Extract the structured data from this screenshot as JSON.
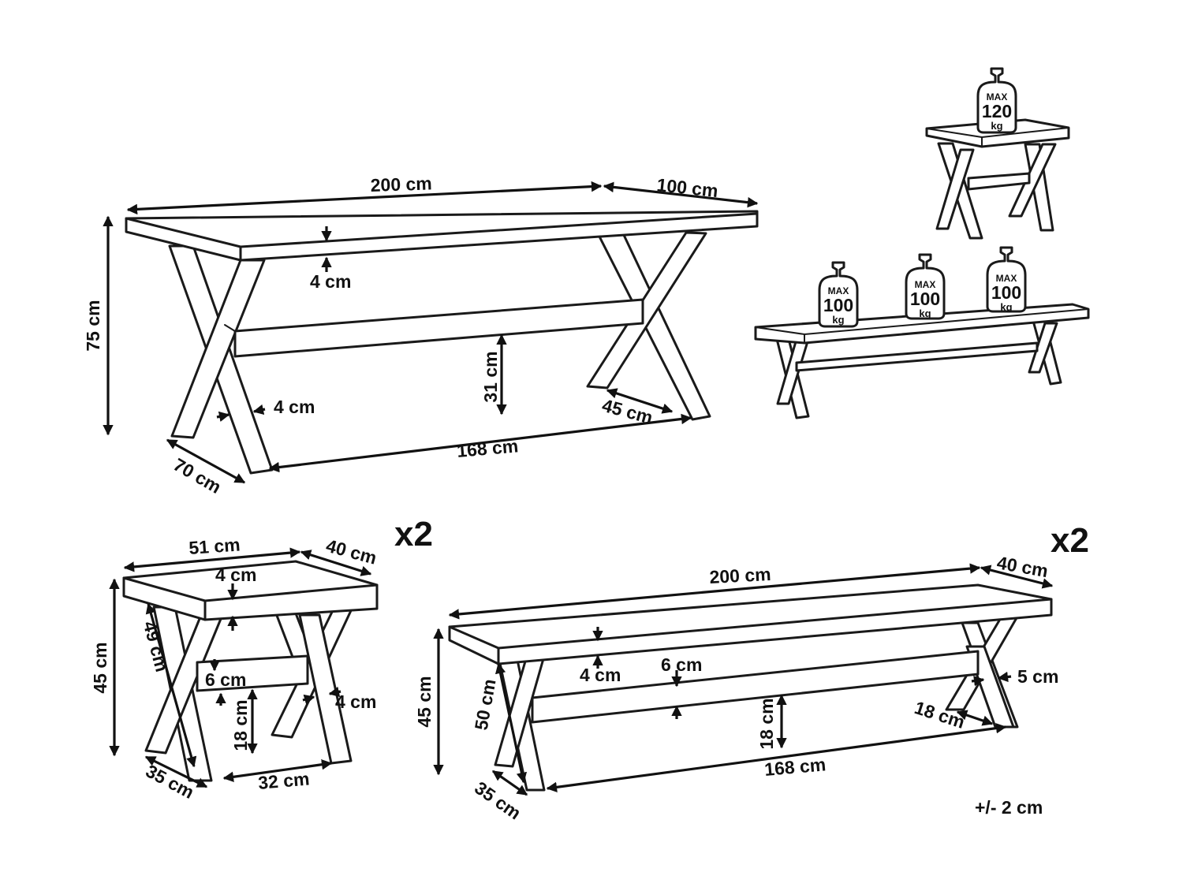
{
  "table": {
    "length": "200 cm",
    "width": "100 cm",
    "height": "75 cm",
    "top_thickness": "4 cm",
    "leg_thickness": "4 cm",
    "stretcher_height": "31 cm",
    "leg_foot": "45 cm",
    "inner_span": "168 cm",
    "foot_depth": "70 cm"
  },
  "stool": {
    "quantity": "x2",
    "length": "51 cm",
    "width": "40 cm",
    "height": "45 cm",
    "top_thickness": "4 cm",
    "leg_length": "49 cm",
    "stretcher_thickness": "6 cm",
    "leg_thickness": "4 cm",
    "stretcher_height": "18 cm",
    "foot_depth": "35 cm",
    "inner_span": "32 cm"
  },
  "bench": {
    "quantity": "x2",
    "length": "200 cm",
    "width": "40 cm",
    "height": "45 cm",
    "top_thickness": "4 cm",
    "stretcher_thickness": "6 cm",
    "leg_thickness": "5 cm",
    "leg_length": "50 cm",
    "stretcher_height": "18 cm",
    "leg_foot": "18 cm",
    "foot_depth": "35 cm",
    "inner_span": "168 cm"
  },
  "load_stool": {
    "max": "MAX",
    "value": "120",
    "unit": "kg"
  },
  "load_bench": [
    {
      "max": "MAX",
      "value": "100",
      "unit": "kg"
    },
    {
      "max": "MAX",
      "value": "100",
      "unit": "kg"
    },
    {
      "max": "MAX",
      "value": "100",
      "unit": "kg"
    }
  ],
  "tolerance": "+/- 2 cm"
}
